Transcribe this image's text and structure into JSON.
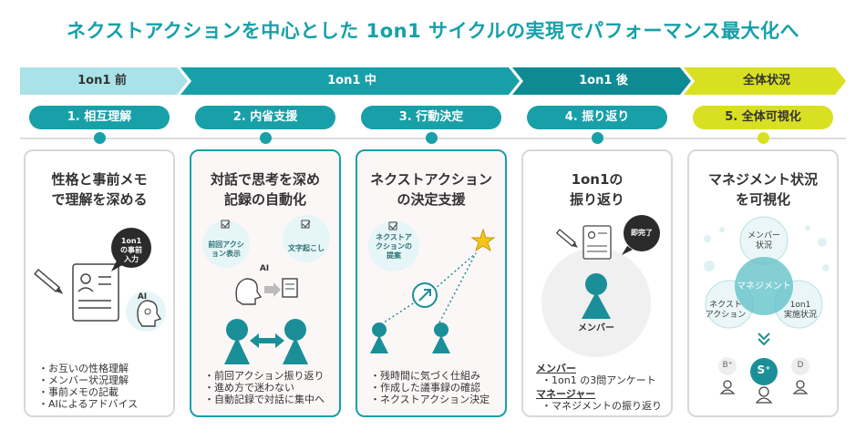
{
  "title": "ネクストアクションを中心とした 1on1 サイクルの実現でパフォーマンス最大化へ",
  "phases": [
    {
      "label": "1on1 前"
    },
    {
      "label": "1on1 中"
    },
    {
      "label": "1on1 後"
    },
    {
      "label": "全体状況"
    }
  ],
  "steps": [
    {
      "pill": "1. 相互理解",
      "card_title_1": "性格と事前メモ",
      "card_title_2": "で理解を深める",
      "bubble_1": "1on1",
      "bubble_2": "の事前",
      "bubble_3": "入力",
      "ai_label": "AI",
      "bullets": [
        "お互いの性格理解",
        "メンバー状況理解",
        "事前メモの記載",
        "AIによるアドバイス"
      ]
    },
    {
      "pill": "2. 内省支援",
      "card_title_1": "対話で思考を深め",
      "card_title_2": "記録の自動化",
      "mini_1_1": "前回アクシ",
      "mini_1_2": "ョン表示",
      "mini_2": "文字起こし",
      "ai_label": "AI",
      "bullets": [
        "前回アクション振り返り",
        "進め方で迷わない",
        "自動記録で対話に集中へ"
      ]
    },
    {
      "pill": "3. 行動決定",
      "card_title_1": "ネクストアクション",
      "card_title_2": "の決定支援",
      "mini_1": "ネクストア",
      "mini_2": "クションの",
      "mini_3": "提案",
      "bullets": [
        "残時間に気づく仕組み",
        "作成した議事録の確認",
        "ネクストアクション決定"
      ]
    },
    {
      "pill": "4. 振り返り",
      "card_title_1": "1on1の",
      "card_title_2": "振り返り",
      "bubble": "即完了",
      "member_label": "メンバー",
      "sec1_title": "メンバー",
      "sec1_item": "1on1 の3問アンケート",
      "sec2_title": "マネージャー",
      "sec2_item": "マネジメントの振り返り"
    },
    {
      "pill": "5. 全体可視化",
      "card_title_1": "マネジメント状況",
      "card_title_2": "を可視化",
      "circle_top_1": "メンバー",
      "circle_top_2": "状況",
      "circle_center": "マネジメント",
      "circle_left_1": "ネクスト",
      "circle_left_2": "アクション",
      "circle_right_1": "1on1",
      "circle_right_2": "実施状況",
      "grade_left": "B⁺",
      "grade_center": "S⁺",
      "grade_right": "D"
    }
  ],
  "colors": {
    "teal": "#18a0a8",
    "teal_dark": "#0e8a93",
    "light_cyan": "#a9e2e8",
    "lime": "#d9e021",
    "gray_border": "#d8d8d8",
    "dark_figure": "#1a8f98"
  }
}
